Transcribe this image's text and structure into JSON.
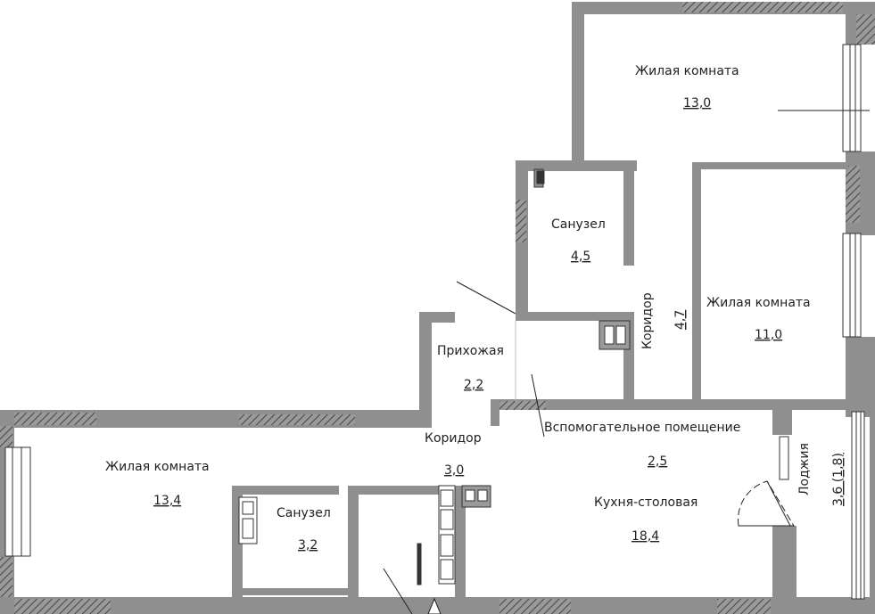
{
  "plan": {
    "rooms": [
      {
        "id": "living_top",
        "name": "Жилая комната",
        "area": "13,0"
      },
      {
        "id": "bath_top",
        "name": "Санузел",
        "area": "4,5"
      },
      {
        "id": "corridor_vertical",
        "name": "Коридор",
        "area": "4,7"
      },
      {
        "id": "living_right",
        "name": "Жилая комната",
        "area": "11,0"
      },
      {
        "id": "hall",
        "name": "Прихожая",
        "area": "2,2"
      },
      {
        "id": "utility",
        "name": "Вспомогательное помещение",
        "area": "2,5"
      },
      {
        "id": "kitchen",
        "name": "Кухня-столовая",
        "area": "18,4"
      },
      {
        "id": "loggia",
        "name": "Лоджия",
        "area": "3,6 (1,8)"
      },
      {
        "id": "corridor_lower",
        "name": "Коридор",
        "area": "3,0"
      },
      {
        "id": "living_left",
        "name": "Жилая комната",
        "area": "13,4"
      },
      {
        "id": "bath_bottom",
        "name": "Санузел",
        "area": "3,2"
      }
    ]
  }
}
